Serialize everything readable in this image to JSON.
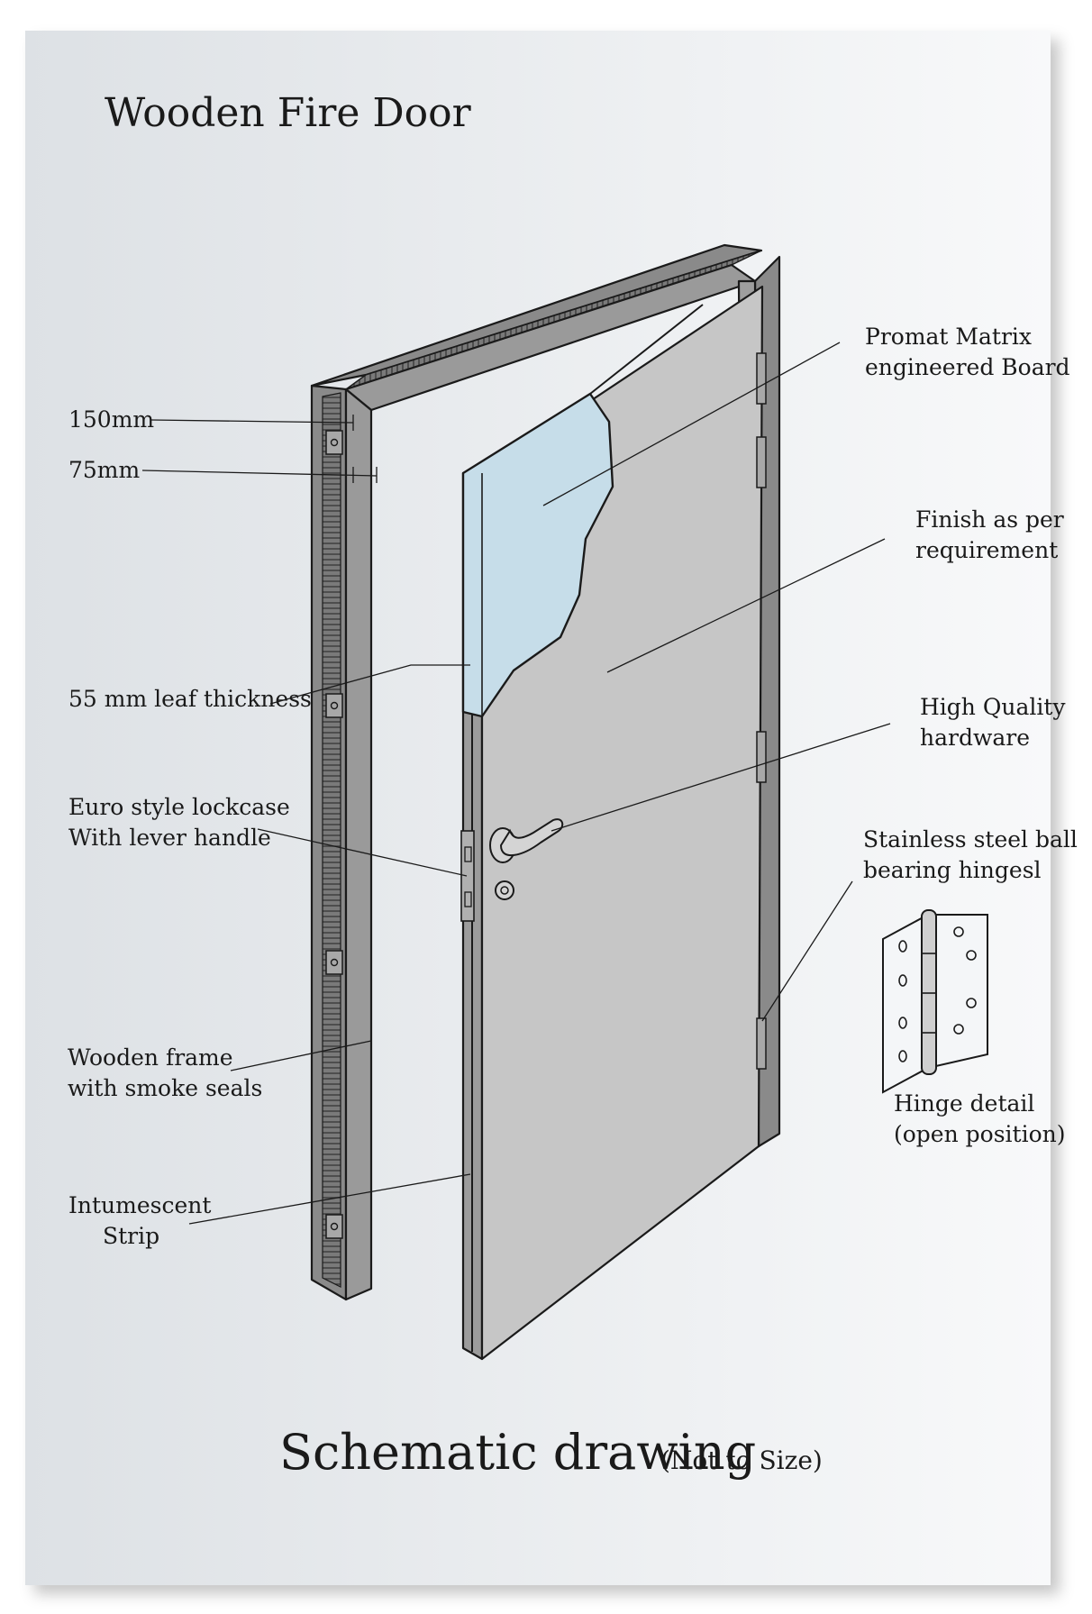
{
  "title": "Wooden Fire Door",
  "footer": {
    "main": "Schematic drawing",
    "note": "(Not to Size)"
  },
  "labels": {
    "dim_150": "150mm",
    "dim_75": "75mm",
    "leaf_thickness": "55 mm leaf thickness",
    "lockcase_line1": "Euro style lockcase",
    "lockcase_line2": "With lever handle",
    "frame_line1": "Wooden frame",
    "frame_line2": "with smoke seals",
    "strip_line1": "Intumescent",
    "strip_line2": "Strip",
    "board_line1": "Promat Matrix",
    "board_line2": "engineered Board",
    "finish_line1": "Finish as per",
    "finish_line2": "requirement",
    "hardware_line1": "High Quality",
    "hardware_line2": "hardware",
    "hinges_line1": "Stainless steel ball",
    "hinges_line2": "bearing hingesl",
    "hinge_detail_line1": "Hinge detail",
    "hinge_detail_line2": "(open position)"
  },
  "colors": {
    "background_left": "#dde1e5",
    "background_right": "#f7f8f9",
    "frame": "#8c8c8c",
    "frame_dark": "#5a5a5a",
    "door_leaf": "#c5c5c5",
    "core_board": "#c6dde9",
    "line": "#1a1a1a"
  }
}
